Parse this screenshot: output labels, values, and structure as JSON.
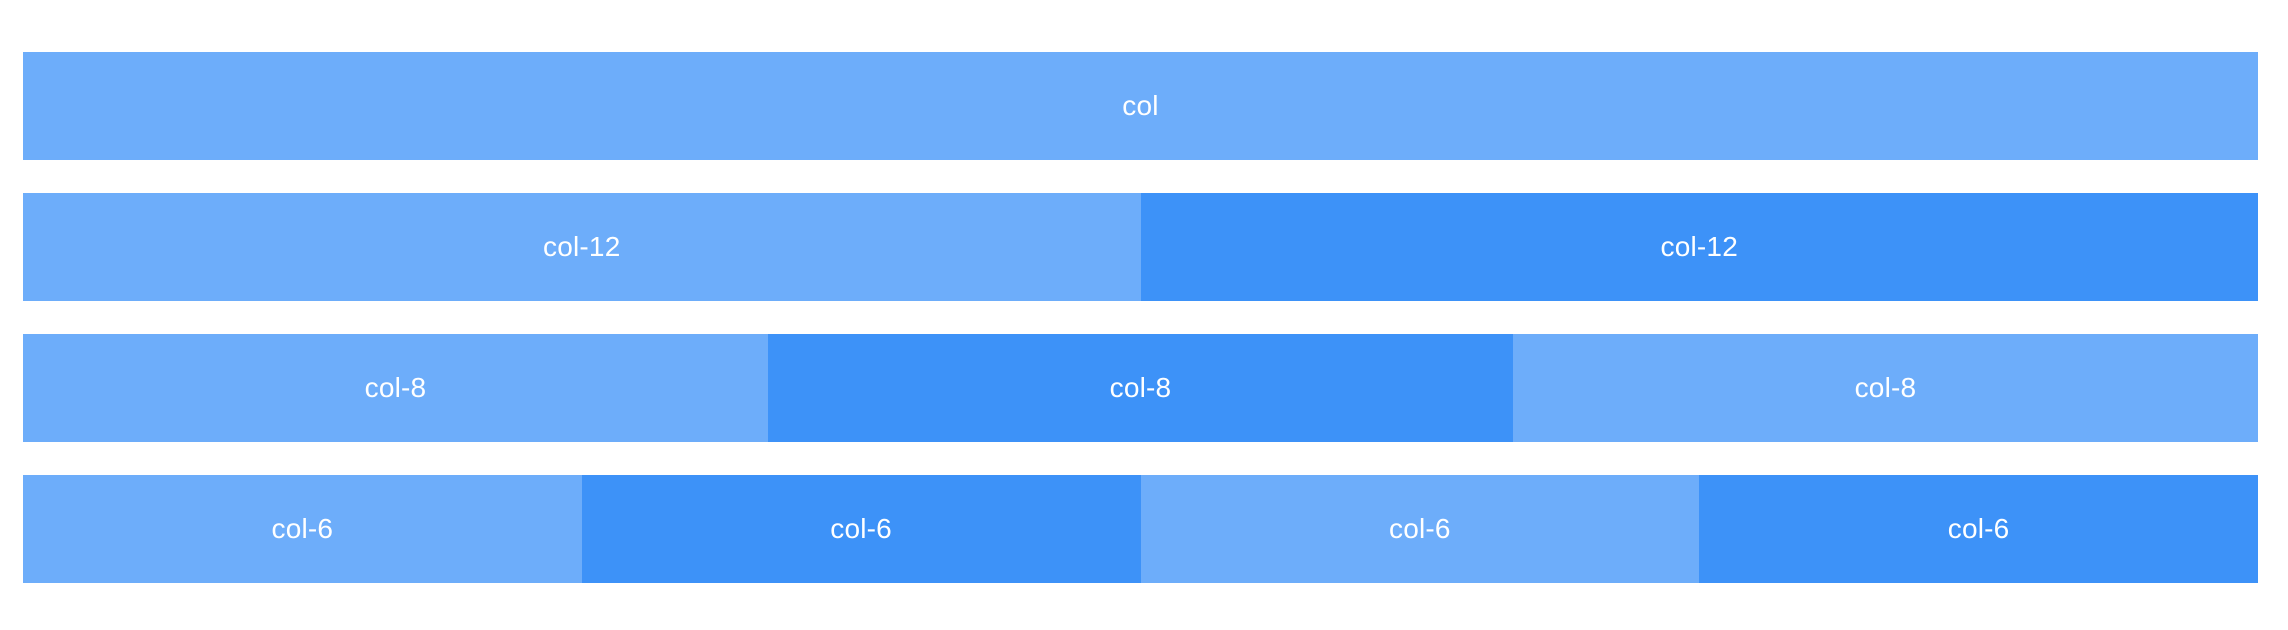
{
  "theme": {
    "light_color": "#6dadfa",
    "dark_color": "#3d92f8",
    "text_color": "#ffffff"
  },
  "rows": [
    {
      "cells": [
        {
          "label": "col"
        }
      ]
    },
    {
      "cells": [
        {
          "label": "col-12"
        },
        {
          "label": "col-12"
        }
      ]
    },
    {
      "cells": [
        {
          "label": "col-8"
        },
        {
          "label": "col-8"
        },
        {
          "label": "col-8"
        }
      ]
    },
    {
      "cells": [
        {
          "label": "col-6"
        },
        {
          "label": "col-6"
        },
        {
          "label": "col-6"
        },
        {
          "label": "col-6"
        }
      ]
    }
  ]
}
